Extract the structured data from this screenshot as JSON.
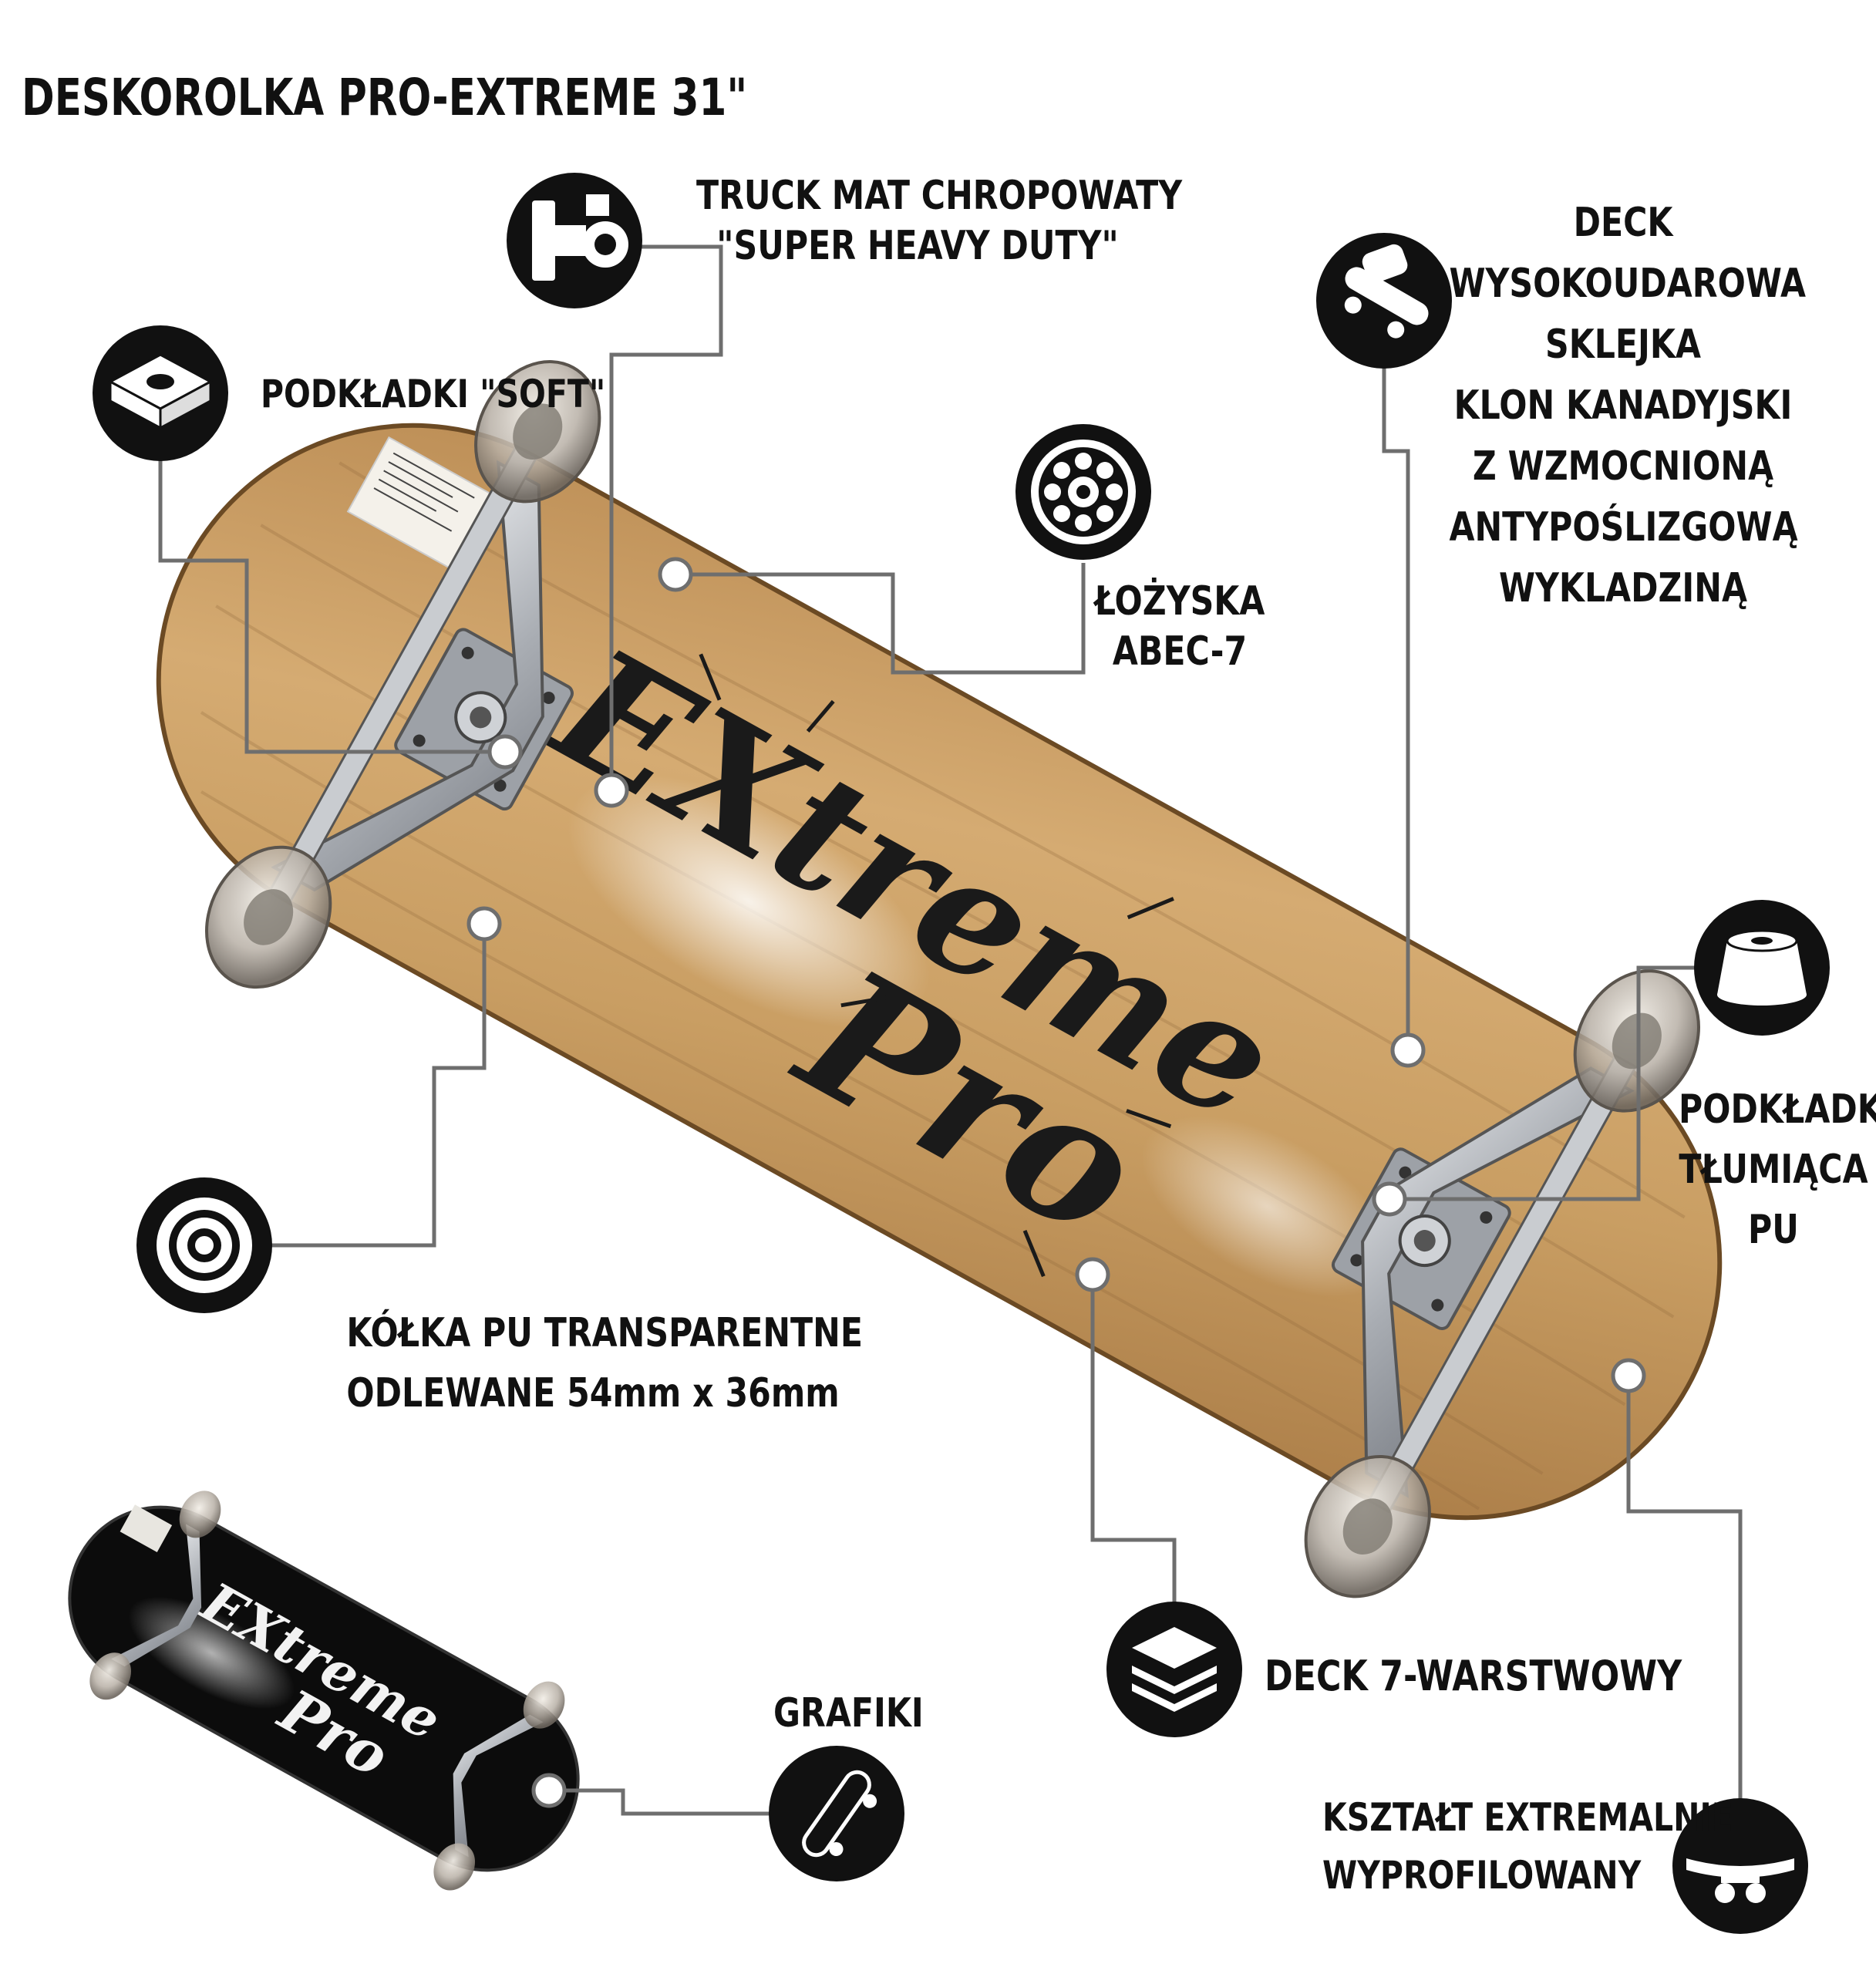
{
  "title": "DESKOROLKA PRO-EXTREME 31\"",
  "board_graphic": {
    "line1": "EXtreme",
    "line2": "Pro"
  },
  "features": [
    {
      "id": "truck",
      "icon": "truck-icon",
      "lines": [
        "TRUCK MAT CHROPOWATY",
        "\"SUPER HEAVY DUTY\""
      ]
    },
    {
      "id": "riser",
      "icon": "riser-pad-icon",
      "lines": [
        "PODKŁADKI \"SOFT\""
      ]
    },
    {
      "id": "bearings",
      "icon": "bearing-icon",
      "lines": [
        "ŁOŻYSKA",
        "ABEC-7"
      ]
    },
    {
      "id": "deck",
      "icon": "deck-icon",
      "lines": [
        "DECK",
        "WYSOKOUDAROWA",
        "SKLEJKA",
        "KLON KANADYJSKI",
        "Z WZMOCNIONĄ",
        "ANTYPOŚLIZGOWĄ",
        "WYKLADZINĄ"
      ]
    },
    {
      "id": "bushing",
      "icon": "bushing-icon",
      "lines": [
        "PODKŁADKA",
        "TŁUMIĄCA",
        "PU"
      ]
    },
    {
      "id": "wheels",
      "icon": "wheel-icon",
      "lines": [
        "KÓŁKA PU TRANSPARENTNE",
        "ODLEWANE 54mm x 36mm"
      ]
    },
    {
      "id": "layers",
      "icon": "layers-icon",
      "lines": [
        "DECK 7-WARSTWOWY"
      ]
    },
    {
      "id": "graphics",
      "icon": "skateboard-graphic-icon",
      "lines": [
        "GRAFIKI"
      ]
    },
    {
      "id": "shape",
      "icon": "concave-shape-icon",
      "lines": [
        "KSZTAŁT EXTREMALNIE",
        "WYPROFILOWANY"
      ]
    }
  ],
  "colors": {
    "deck_wood": "#c49a5e",
    "deck_dark": "#8a6536",
    "truck_silver": "#b9bcc2",
    "icon_black": "#111111",
    "connector_gray": "#6e6e6e",
    "black_deck": "#0c0c0c"
  }
}
